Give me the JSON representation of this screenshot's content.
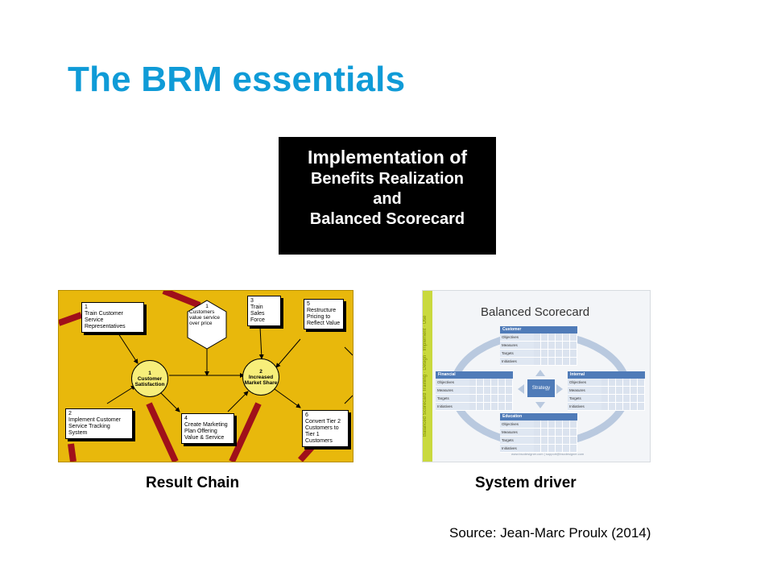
{
  "slide": {
    "title": "The BRM essentials",
    "banner": {
      "line1": "Implementation of",
      "line2": "Benefits Realization",
      "line3": "and",
      "line4": "Balanced Scorecard"
    },
    "left_caption": "Result Chain",
    "right_caption": "System driver",
    "source": "Source: Jean-Marc Proulx (2014)"
  },
  "result_chain": {
    "nodes": [
      {
        "num": "1",
        "text": "Train Customer Service Representatives"
      },
      {
        "num": "1",
        "text": "Customers value service over price"
      },
      {
        "num": "3",
        "text": "Train Sales Force"
      },
      {
        "num": "5",
        "text": "Restructure Pricing to Reflect Value"
      },
      {
        "num": "2",
        "text": "Implement Customer Service Tracking System"
      },
      {
        "num": "4",
        "text": "Create Marketing Plan Offering Value & Service"
      },
      {
        "num": "6",
        "text": "Convert Tier 2 Customers to Tier 1 Customers"
      }
    ],
    "outcomes": [
      {
        "num": "1",
        "text": "Customer Satisfaction"
      },
      {
        "num": "2",
        "text": "Increased Market Share"
      }
    ],
    "colors": {
      "background": "#e8b80c",
      "outcome_fill": "#f7ee7a",
      "stripe": "#a0101a"
    }
  },
  "scorecard": {
    "title": "Balanced Scorecard",
    "side_text": "Balanced Scorecard Training · Design · Implement · Use",
    "center": "Strategy",
    "row_labels": [
      "Objectives",
      "Measures",
      "Targets",
      "Initiatives"
    ],
    "panels": [
      "Customer",
      "Financial",
      "Internal",
      "Education"
    ],
    "footer": "www.bscdesigner.com | support@bscdesigner.com",
    "colors": {
      "panel_header": "#4f7bb8",
      "sidebar": "#c9d93e"
    }
  }
}
